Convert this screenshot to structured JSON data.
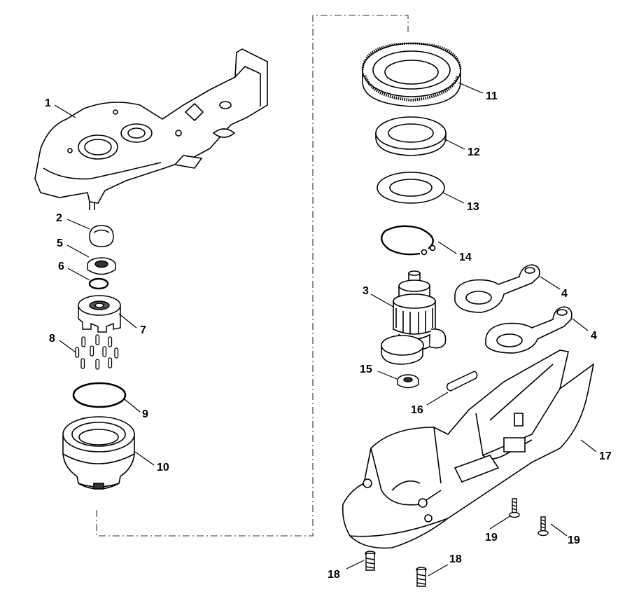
{
  "callouts": [
    {
      "id": "c1",
      "label": "1"
    },
    {
      "id": "c2",
      "label": "2"
    },
    {
      "id": "c5",
      "label": "5"
    },
    {
      "id": "c6",
      "label": "6"
    },
    {
      "id": "c7",
      "label": "7"
    },
    {
      "id": "c8",
      "label": "8"
    },
    {
      "id": "c9",
      "label": "9"
    },
    {
      "id": "c10",
      "label": "10"
    },
    {
      "id": "c11",
      "label": "11"
    },
    {
      "id": "c12",
      "label": "12"
    },
    {
      "id": "c13",
      "label": "13"
    },
    {
      "id": "c14",
      "label": "14"
    },
    {
      "id": "c3",
      "label": "3"
    },
    {
      "id": "c4a",
      "label": "4"
    },
    {
      "id": "c4b",
      "label": "4"
    },
    {
      "id": "c15",
      "label": "15"
    },
    {
      "id": "c16",
      "label": "16"
    },
    {
      "id": "c17",
      "label": "17"
    },
    {
      "id": "c19a",
      "label": "19"
    },
    {
      "id": "c19b",
      "label": "19"
    },
    {
      "id": "c18a",
      "label": "18"
    },
    {
      "id": "c18b",
      "label": "18"
    }
  ]
}
